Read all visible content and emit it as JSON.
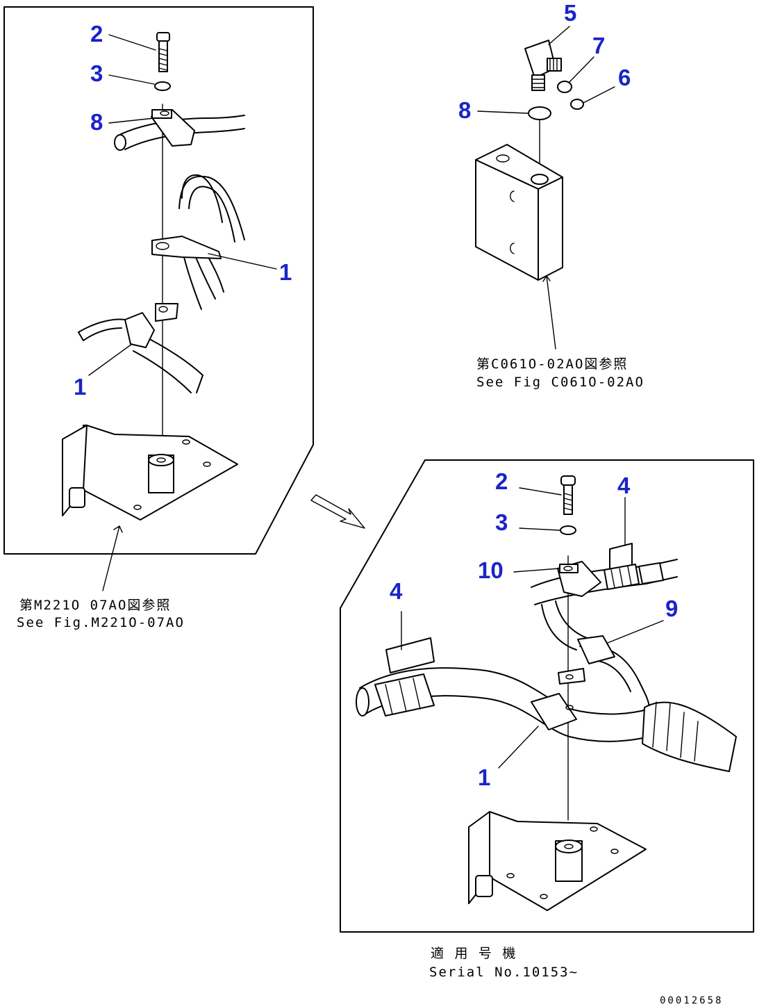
{
  "callouts_left": {
    "c2": "2",
    "c3": "3",
    "c8": "8",
    "c1a": "1",
    "c1b": "1"
  },
  "callouts_top_right": {
    "c5": "5",
    "c7": "7",
    "c6": "6",
    "c8": "8"
  },
  "callouts_bottom_right": {
    "c2": "2",
    "c3": "3",
    "c4a": "4",
    "c10": "10",
    "c9": "9",
    "c4b": "4",
    "c1": "1"
  },
  "notes": {
    "left_ref_jp": "第M221O 07AO図参照",
    "left_ref_en": "See Fig.M221O-07AO",
    "right_ref_jp": "第C061O-02AO図参照",
    "right_ref_en": "See Fig C061O-02AO",
    "serial_jp": "適 用 号 機",
    "serial_en": "Serial No.10153~"
  },
  "doc_number": "00012658"
}
